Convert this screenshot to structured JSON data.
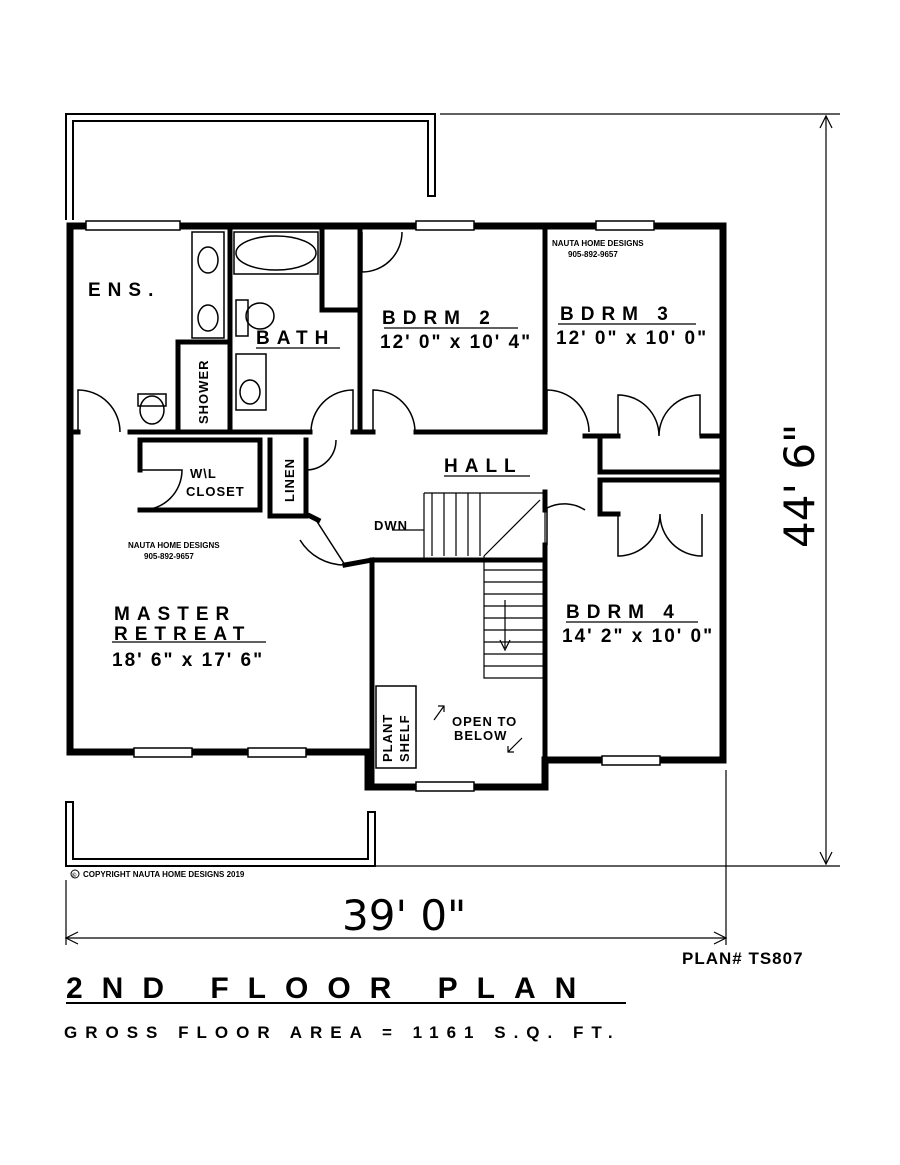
{
  "notes": {
    "designer_name_top": "NAUTA HOME DESIGNS",
    "designer_phone_top": "905-892-9657",
    "designer_name_master": "NAUTA HOME DESIGNS",
    "designer_phone_master": "905-892-9657",
    "copyright": "COPYRIGHT NAUTA HOME DESIGNS 2019",
    "copyright_symbol": "©"
  },
  "rooms": {
    "ensuite": "ENS.",
    "bath": "BATH",
    "shower": "SHOWER",
    "linen": "LINEN",
    "wic_line1": "W\\L",
    "wic_line2": "CLOSET",
    "hall": "HALL",
    "dwn": "DWN",
    "bdrm2_name": "BDRM 2",
    "bdrm2_size": "12' 0\" x 10' 4\"",
    "bdrm3_name": "BDRM 3",
    "bdrm3_size": "12' 0\" x 10' 0\"",
    "bdrm4_name": "BDRM 4",
    "bdrm4_size": "14' 2\" x 10' 0\"",
    "master_line1": "MASTER",
    "master_line2": "RETREAT",
    "master_size": "18' 6\" x 17' 6\"",
    "plant_line1": "PLANT",
    "plant_line2": "SHELF",
    "open_line1": "OPEN TO",
    "open_line2": "BELOW"
  },
  "dimensions": {
    "width": "39' 0\"",
    "depth": "44' 6\""
  },
  "footer": {
    "plan_number": "PLAN# TS807",
    "title": "2ND FLOOR PLAN",
    "gross_area": "GROSS FLOOR AREA = 1161 S.Q. FT."
  }
}
